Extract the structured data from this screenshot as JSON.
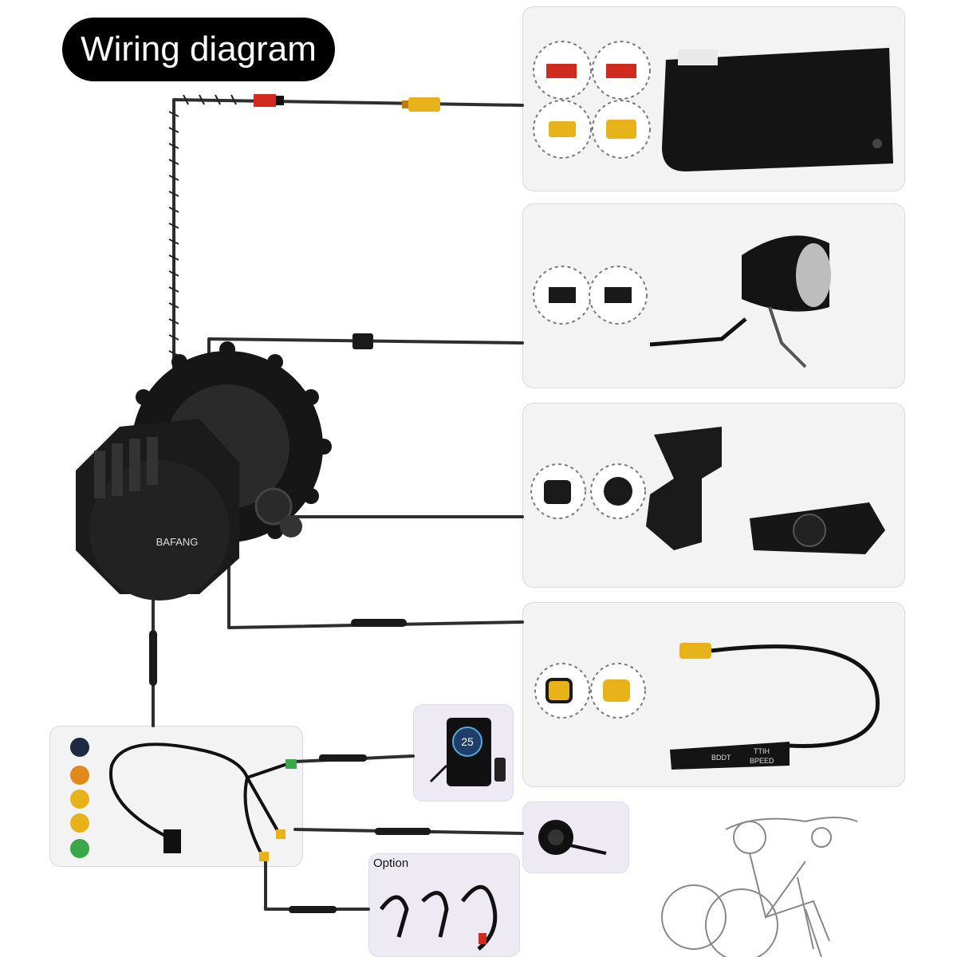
{
  "title": "Wiring diagram",
  "option_label": "Option",
  "motor": {
    "brand_text": "BAFANG"
  },
  "speed_sensor": {
    "label_top": "TTIH",
    "label_bottom": "BPEED",
    "label_side": "BDDT"
  },
  "display": {
    "speed_value": "25"
  },
  "colors": {
    "cable": "#2e2e2e",
    "panel_bg": "#f3f3f3",
    "sub_panel_bg": "#eeeaf3",
    "connector_red": "#d12a1e",
    "connector_yellow": "#e8b21a",
    "connector_green": "#3aa84a"
  }
}
